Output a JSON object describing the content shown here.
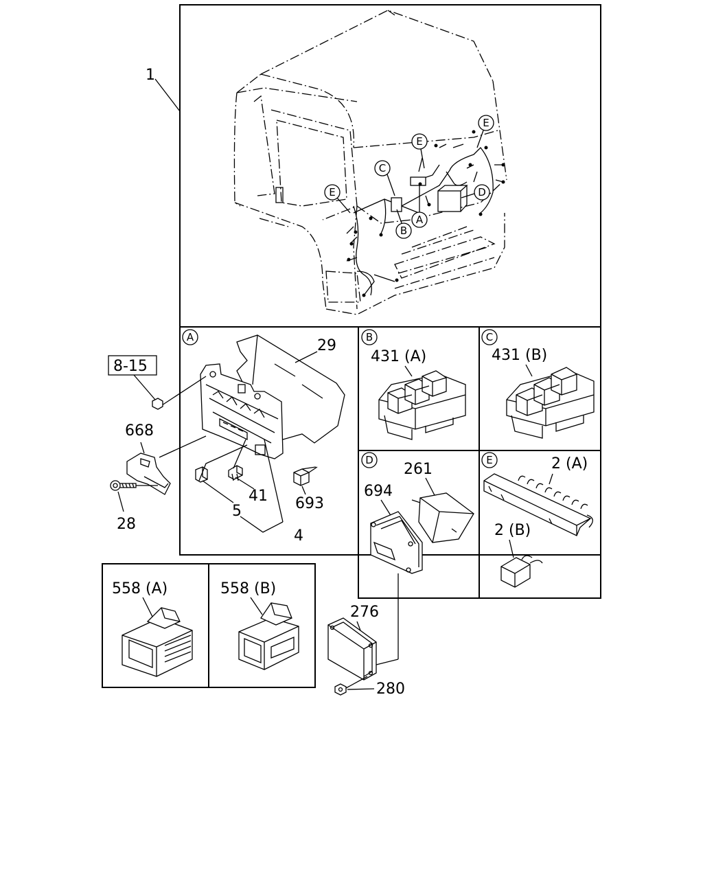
{
  "callouts": {
    "cab_harness": "1",
    "fuse_box_cover": "29",
    "page_ref": "8-15",
    "bracket": "668",
    "bolt": "28",
    "fuse_small": "5",
    "fuse_clip": "41",
    "fuse_set": "4",
    "relay": "693",
    "relay_431a": "431 (A)",
    "relay_431b": "431 (B)",
    "cover_261": "261",
    "controller_694": "694",
    "connector_2a": "2 (A)",
    "connector_2b": "2 (B)",
    "connector_558a": "558 (A)",
    "connector_558b": "558 (B)",
    "module_276": "276",
    "nut_280": "280"
  },
  "detail_markers": {
    "a": "A",
    "b": "B",
    "c": "C",
    "d": "D",
    "e": "E"
  }
}
